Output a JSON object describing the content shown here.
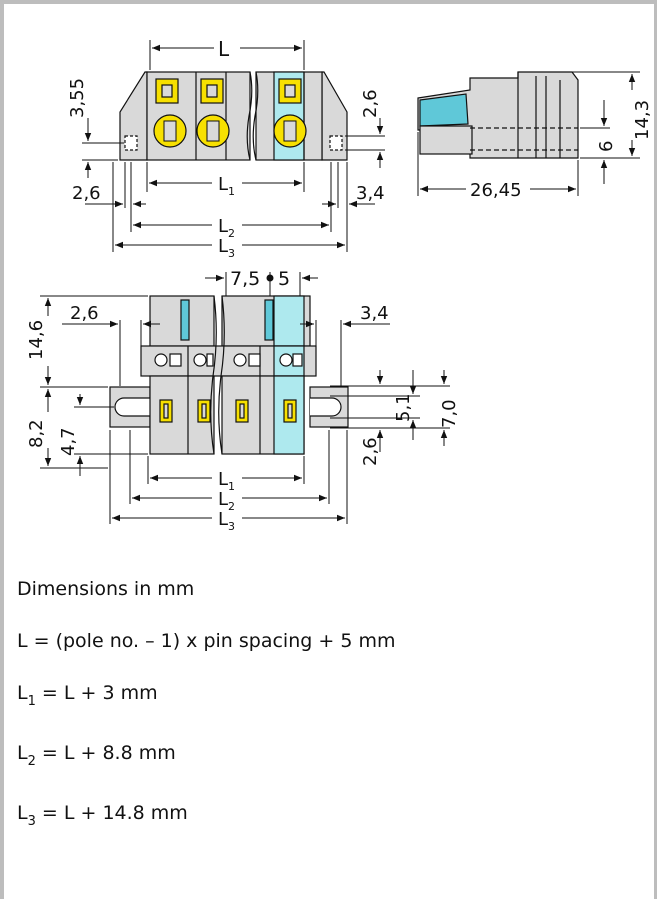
{
  "colors": {
    "housing": "#d9d9d9",
    "accent": "#aee9ee",
    "accent_dark": "#5fc8d8",
    "clamp": "#f7e000",
    "line": "#111111",
    "frame": "#bdbdbd"
  },
  "dims": {
    "L": "L",
    "L1": "L",
    "L1_sub": "1",
    "L2": "L",
    "L2_sub": "2",
    "L3": "L",
    "L3_sub": "3",
    "d355": "3,55",
    "d26": "2,6",
    "d34": "3,4",
    "d2645": "26,45",
    "d6": "6",
    "d143": "14,3",
    "d75": "7,5",
    "d5": "5",
    "d146": "14,6",
    "d82": "8,2",
    "d47": "4,7",
    "d51": "5,1",
    "d70": "7,0"
  },
  "notes": {
    "units": "Dimensions in mm",
    "formula_L": "L = (pole no. – 1) x pin spacing + 5 mm",
    "l1": {
      "base": "L",
      "sub": "1",
      "rest": " = L + 3 mm"
    },
    "l2": {
      "base": "L",
      "sub": "2",
      "rest": " = L + 8.8 mm"
    },
    "l3": {
      "base": "L",
      "sub": "3",
      "rest": " = L + 14.8 mm"
    }
  }
}
